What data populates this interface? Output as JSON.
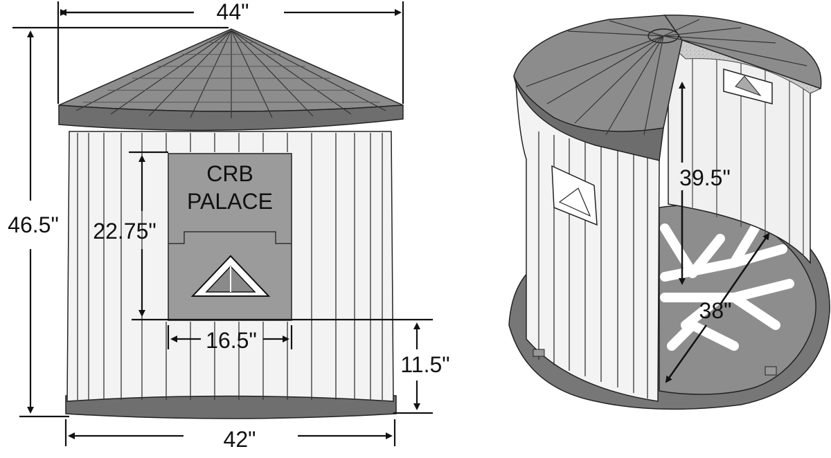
{
  "front_view": {
    "sign_line1": "CRB",
    "sign_line2": "PALACE",
    "dims": {
      "top_width": "44\"",
      "total_height": "46.5\"",
      "door_height": "22.75\"",
      "door_width": "16.5\"",
      "door_sill_height": "11.5\"",
      "base_width": "42\""
    }
  },
  "cutaway_view": {
    "dims": {
      "interior_height": "39.5\"",
      "floor_diameter": "38\""
    }
  },
  "colors": {
    "line": "#1a1a1a",
    "roof": "#8c8c8c",
    "roof_dark": "#6e6e6e",
    "wall": "#f2f2f2",
    "panel": "#9a9a9a",
    "floor": "#8e8e8e",
    "base": "#707070",
    "insulation": "#c8c8c8"
  }
}
